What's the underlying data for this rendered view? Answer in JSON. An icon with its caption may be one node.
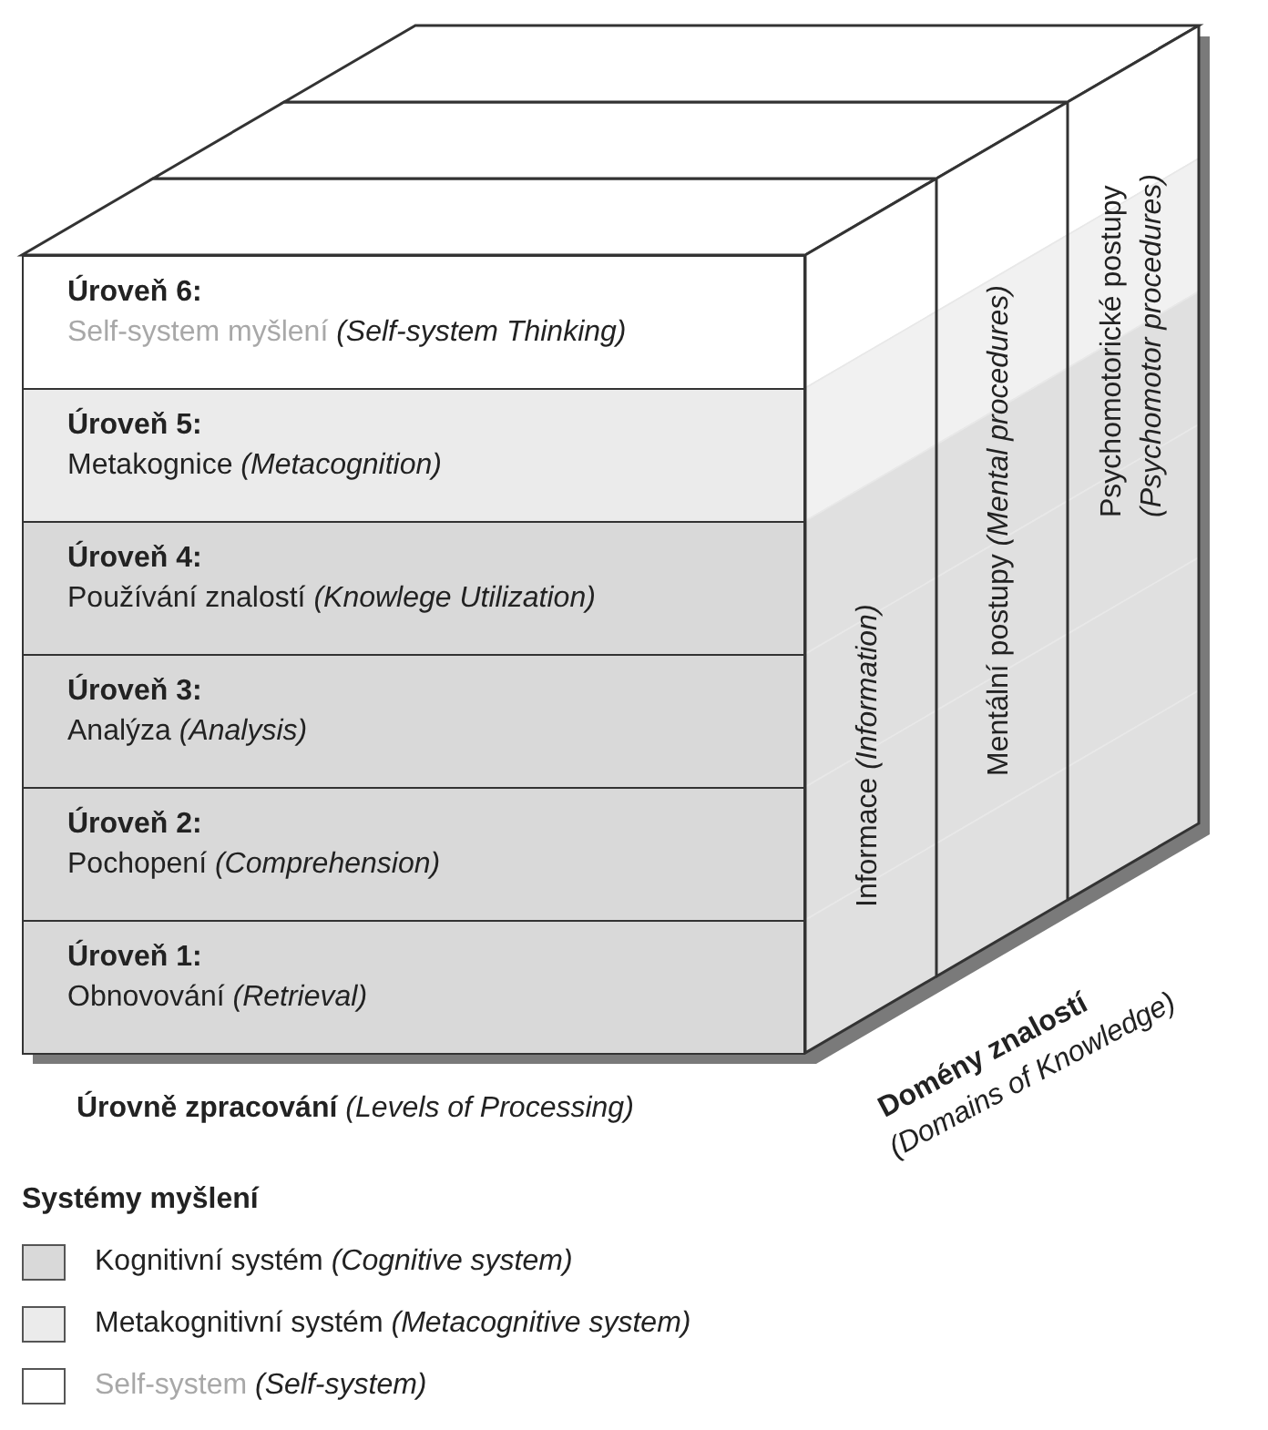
{
  "diagram": {
    "nodes": [
      {
        "text": [
          "Úroveň 6:",
          "Self-system myšlení *(Self-system Thinking)*"
        ]
      },
      {
        "text": [
          "Úroveň 5:",
          "Metakognice *(Metacognition)*"
        ]
      },
      {
        "text": [
          "Úroveň 4:",
          "Používání znalostí *(Knowlege Utilization)*"
        ]
      },
      {
        "text": [
          "Úroveň 3:",
          "Analýza *(Analysis)*"
        ]
      },
      {
        "text": [
          "Úroveň 2:",
          "Pochopení *(Comprehension)*"
        ]
      },
      {
        "text": [
          "Úroveň 1:",
          "Obnovování *(Retrieval)*"
        ]
      },
      {
        "text": [
          "Informace *(Information)*"
        ]
      },
      {
        "text": [
          "Mentální postupy *(Mental procedures)*"
        ]
      },
      {
        "text": [
          "Psychomotorické postupy *(Psychomotor procedures)*"
        ]
      }
    ],
    "edges": [],
    "labels": [
      "**Úrovně zpracování** *(Levels of Processing)*",
      "Domény znalostí",
      "(Domains of Knowledge)",
      "Systémy myšlení"
    ],
    "legend": [
      {
        "text": "Kognitivní systém *(Cognitive system)*",
        "color": "#d9d9d9"
      },
      {
        "text": "Metakognitivní systém *(Metacognitive system)*",
        "color": "#ebebeb"
      },
      {
        "text": "Self-system *(Self-system)*",
        "color": "#ffffff"
      }
    ]
  }
}
